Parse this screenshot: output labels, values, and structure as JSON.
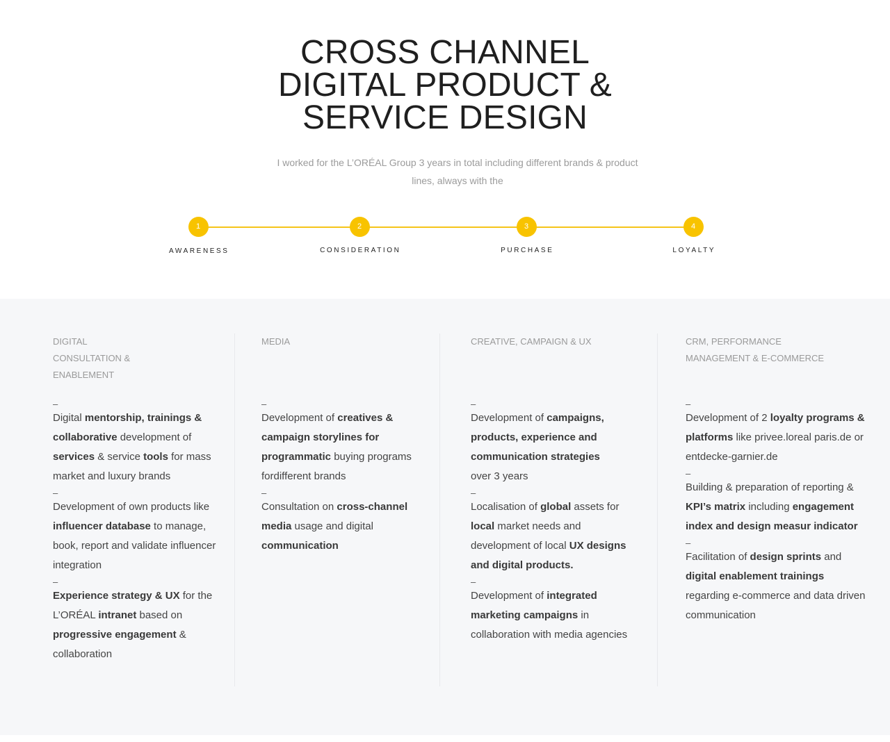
{
  "hero": {
    "title_lines": [
      "CROSS CHANNEL",
      "DIGITAL PRODUCT &",
      "SERVICE DESIGN"
    ],
    "intro": "I worked for the L’ORÉAL Group 3 years in total including different brands & product lines, always with the"
  },
  "steps": [
    {
      "number": "1",
      "label": "AWARENESS"
    },
    {
      "number": "2",
      "label": "CONSIDERATION"
    },
    {
      "number": "3",
      "label": "PURCHASE"
    },
    {
      "number": "4",
      "label": "LOYALTY"
    }
  ],
  "accent_color": "#f8c300",
  "dash": "–",
  "columns": [
    {
      "title": "DIGITAL\nCONSULTATION &\nENABLEMENT",
      "entries": [
        [
          {
            "t": "Digital "
          },
          {
            "t": "mentorship, trainings & collaborative",
            "b": true
          },
          {
            "t": " development of "
          },
          {
            "t": "services",
            "b": true
          },
          {
            "t": " & service "
          },
          {
            "t": "tools",
            "b": true
          },
          {
            "t": " for mass market and luxury brands"
          }
        ],
        [
          {
            "t": "Development of own products like "
          },
          {
            "t": "influencer database",
            "b": true
          },
          {
            "t": " to manage, book, report and validate influencer integration"
          }
        ],
        [
          {
            "t": "Experience strategy & UX",
            "b": true
          },
          {
            "t": " for the L’ORÉAL "
          },
          {
            "t": "intranet",
            "b": true
          },
          {
            "t": " based on "
          },
          {
            "t": "progressive engagement",
            "b": true
          },
          {
            "t": " & collaboration"
          }
        ]
      ]
    },
    {
      "title": "MEDIA",
      "entries": [
        [
          {
            "t": "Development of "
          },
          {
            "t": "creatives & campaign storylines for programmatic",
            "b": true
          },
          {
            "t": " buying programs fordifferent brands"
          }
        ],
        [
          {
            "t": "Consultation on "
          },
          {
            "t": "cross-channel media",
            "b": true
          },
          {
            "t": " usage and digital "
          },
          {
            "t": "communication",
            "b": true
          }
        ]
      ]
    },
    {
      "title": "CREATIVE, CAMPAIGN & UX",
      "entries": [
        [
          {
            "t": "Development of "
          },
          {
            "t": "campaigns, products, experience and communication strategies",
            "b": true
          },
          {
            "t": "\nover 3 years"
          }
        ],
        [
          {
            "t": "Localisation of "
          },
          {
            "t": "global",
            "b": true
          },
          {
            "t": " assets for "
          },
          {
            "t": "local",
            "b": true
          },
          {
            "t": " market needs and development of local "
          },
          {
            "t": "UX designs and digital products.",
            "b": true
          }
        ],
        [
          {
            "t": "Development of "
          },
          {
            "t": "integrated marketing campaigns",
            "b": true
          },
          {
            "t": " in collaboration with media agencies"
          }
        ]
      ]
    },
    {
      "title": "CRM, PERFORMANCE\nMANAGEMENT  & E-COMMERCE",
      "entries": [
        [
          {
            "t": "Development of 2 "
          },
          {
            "t": "loyalty programs & platforms",
            "b": true
          },
          {
            "t": " like privee.loreal paris.de or entdecke-garnier.de"
          }
        ],
        [
          {
            "t": "Building & preparation of reporting & "
          },
          {
            "t": "KPI’s matrix",
            "b": true
          },
          {
            "t": " including "
          },
          {
            "t": "engagement index and design measur indicator",
            "b": true
          }
        ],
        [
          {
            "t": "Facilitation of "
          },
          {
            "t": "design sprints",
            "b": true
          },
          {
            "t": " and "
          },
          {
            "t": "digital enablement trainings",
            "b": true
          },
          {
            "t": " regarding e-commerce and data driven communication"
          }
        ]
      ]
    }
  ]
}
